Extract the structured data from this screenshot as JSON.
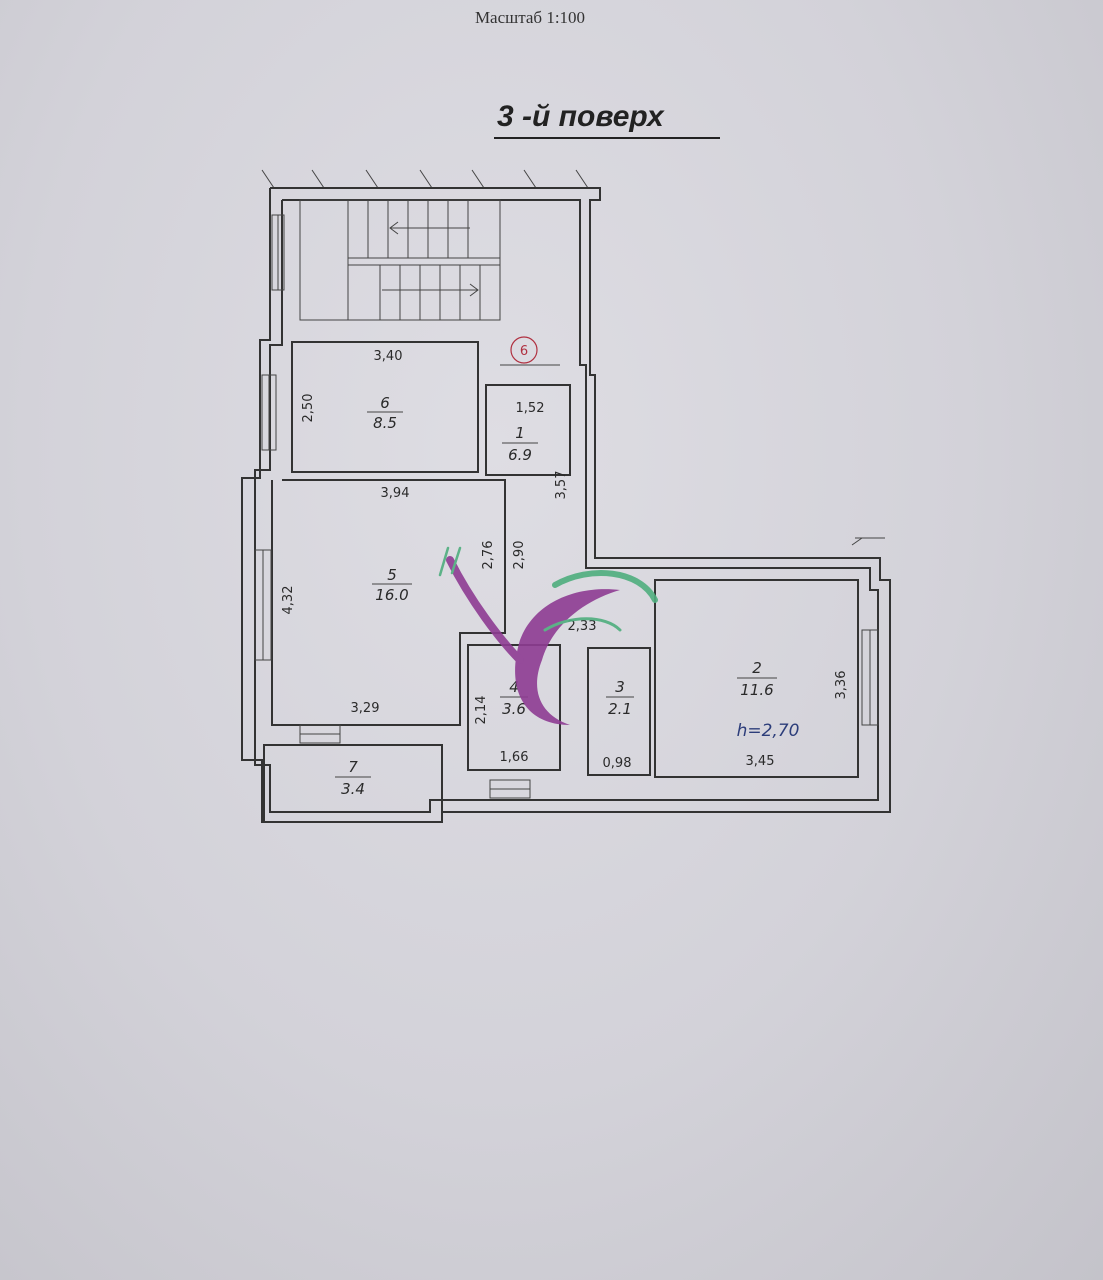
{
  "header": {
    "scale": "Масштаб 1:100",
    "floor_title": "3 -й поверх"
  },
  "rooms": [
    {
      "id": "1",
      "number": "1",
      "area": "6.9"
    },
    {
      "id": "2",
      "number": "2",
      "area": "11.6"
    },
    {
      "id": "3",
      "number": "3",
      "area": "2.1"
    },
    {
      "id": "4",
      "number": "4",
      "area": "3.6"
    },
    {
      "id": "5",
      "number": "5",
      "area": "16.0"
    },
    {
      "id": "6",
      "number": "6",
      "area": "8.5"
    },
    {
      "id": "7",
      "number": "7",
      "area": "3.4"
    }
  ],
  "dimensions": {
    "room6_width": "3,40",
    "room6_depth": "2,50",
    "room1_width": "1,52",
    "room1_length": "3,57",
    "room5_width": "3,94",
    "room5_depth": "4,32",
    "room5_inner_a": "2,76",
    "room5_inner_b": "2,90",
    "room5_bottom": "3,29",
    "corridor": "2,33",
    "room4_depth": "2,14",
    "room4_width": "1,66",
    "room3_width": "0,98",
    "room2_width": "3,45",
    "room2_depth": "3,36"
  },
  "ceiling_height": "h=2,70",
  "marker": "6",
  "colors": {
    "paper": "#d6d5dc",
    "lines": "#333333",
    "marker": "#b03040",
    "height_text": "#2c3d7a",
    "watermark_purple": "#8e3c93",
    "watermark_green": "#4fae7e"
  }
}
